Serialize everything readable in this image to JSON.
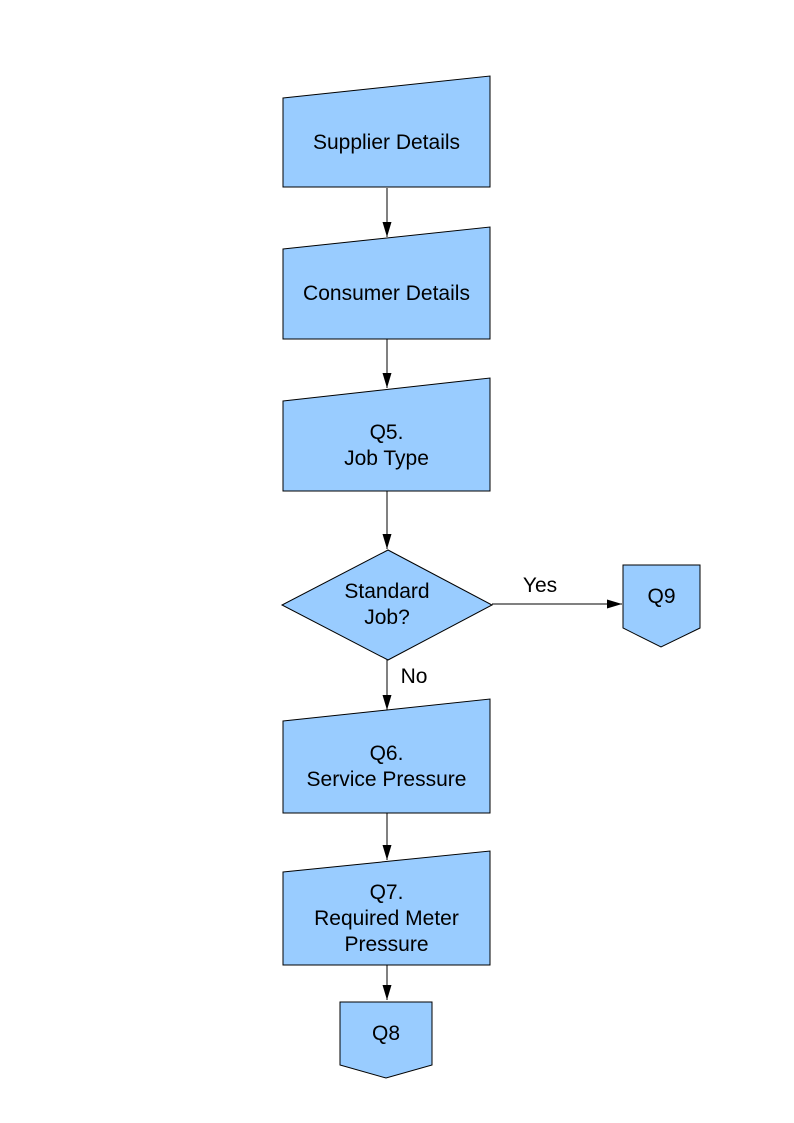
{
  "colors": {
    "shape_fill": "#99CCFF",
    "shape_stroke": "#000000",
    "connector": "#000000",
    "text": "#000000",
    "background": "#FFFFFF"
  },
  "nodes": {
    "supplier": {
      "label": "Supplier Details",
      "type": "manual-input"
    },
    "consumer": {
      "label": "Consumer Details",
      "type": "manual-input"
    },
    "q5": {
      "label": "Q5.\nJob Type",
      "type": "manual-input"
    },
    "decision": {
      "label": "Standard\nJob?",
      "type": "decision"
    },
    "q9": {
      "label": "Q9",
      "type": "off-page-connector"
    },
    "q6": {
      "label": "Q6.\nService Pressure",
      "type": "manual-input"
    },
    "q7": {
      "label": "Q7.\nRequired Meter\nPressure",
      "type": "manual-input"
    },
    "q8": {
      "label": "Q8",
      "type": "off-page-connector"
    }
  },
  "edge_labels": {
    "yes": "Yes",
    "no": "No"
  }
}
